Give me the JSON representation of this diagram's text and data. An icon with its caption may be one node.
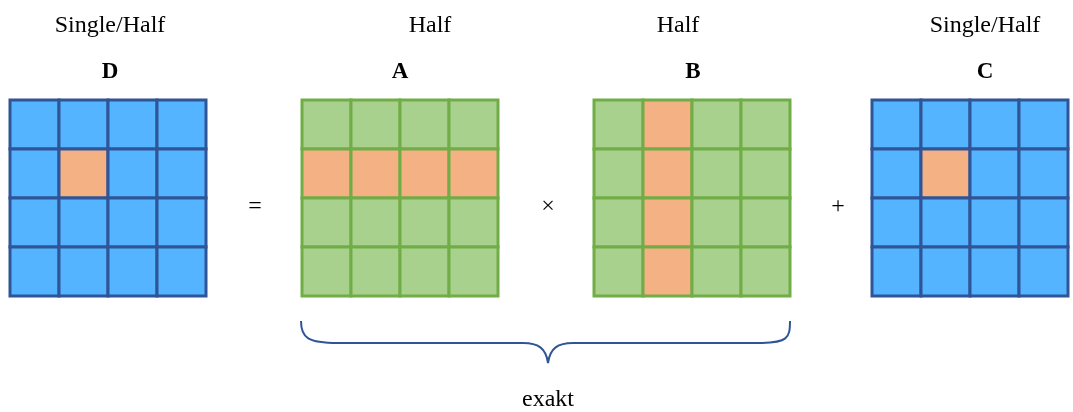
{
  "diagram": {
    "labels": [
      "Single/Half",
      "D",
      "Half",
      "A",
      "Half",
      "B",
      "Single/Half",
      "C",
      "=",
      "×",
      "+",
      "exakt"
    ]
  }
}
